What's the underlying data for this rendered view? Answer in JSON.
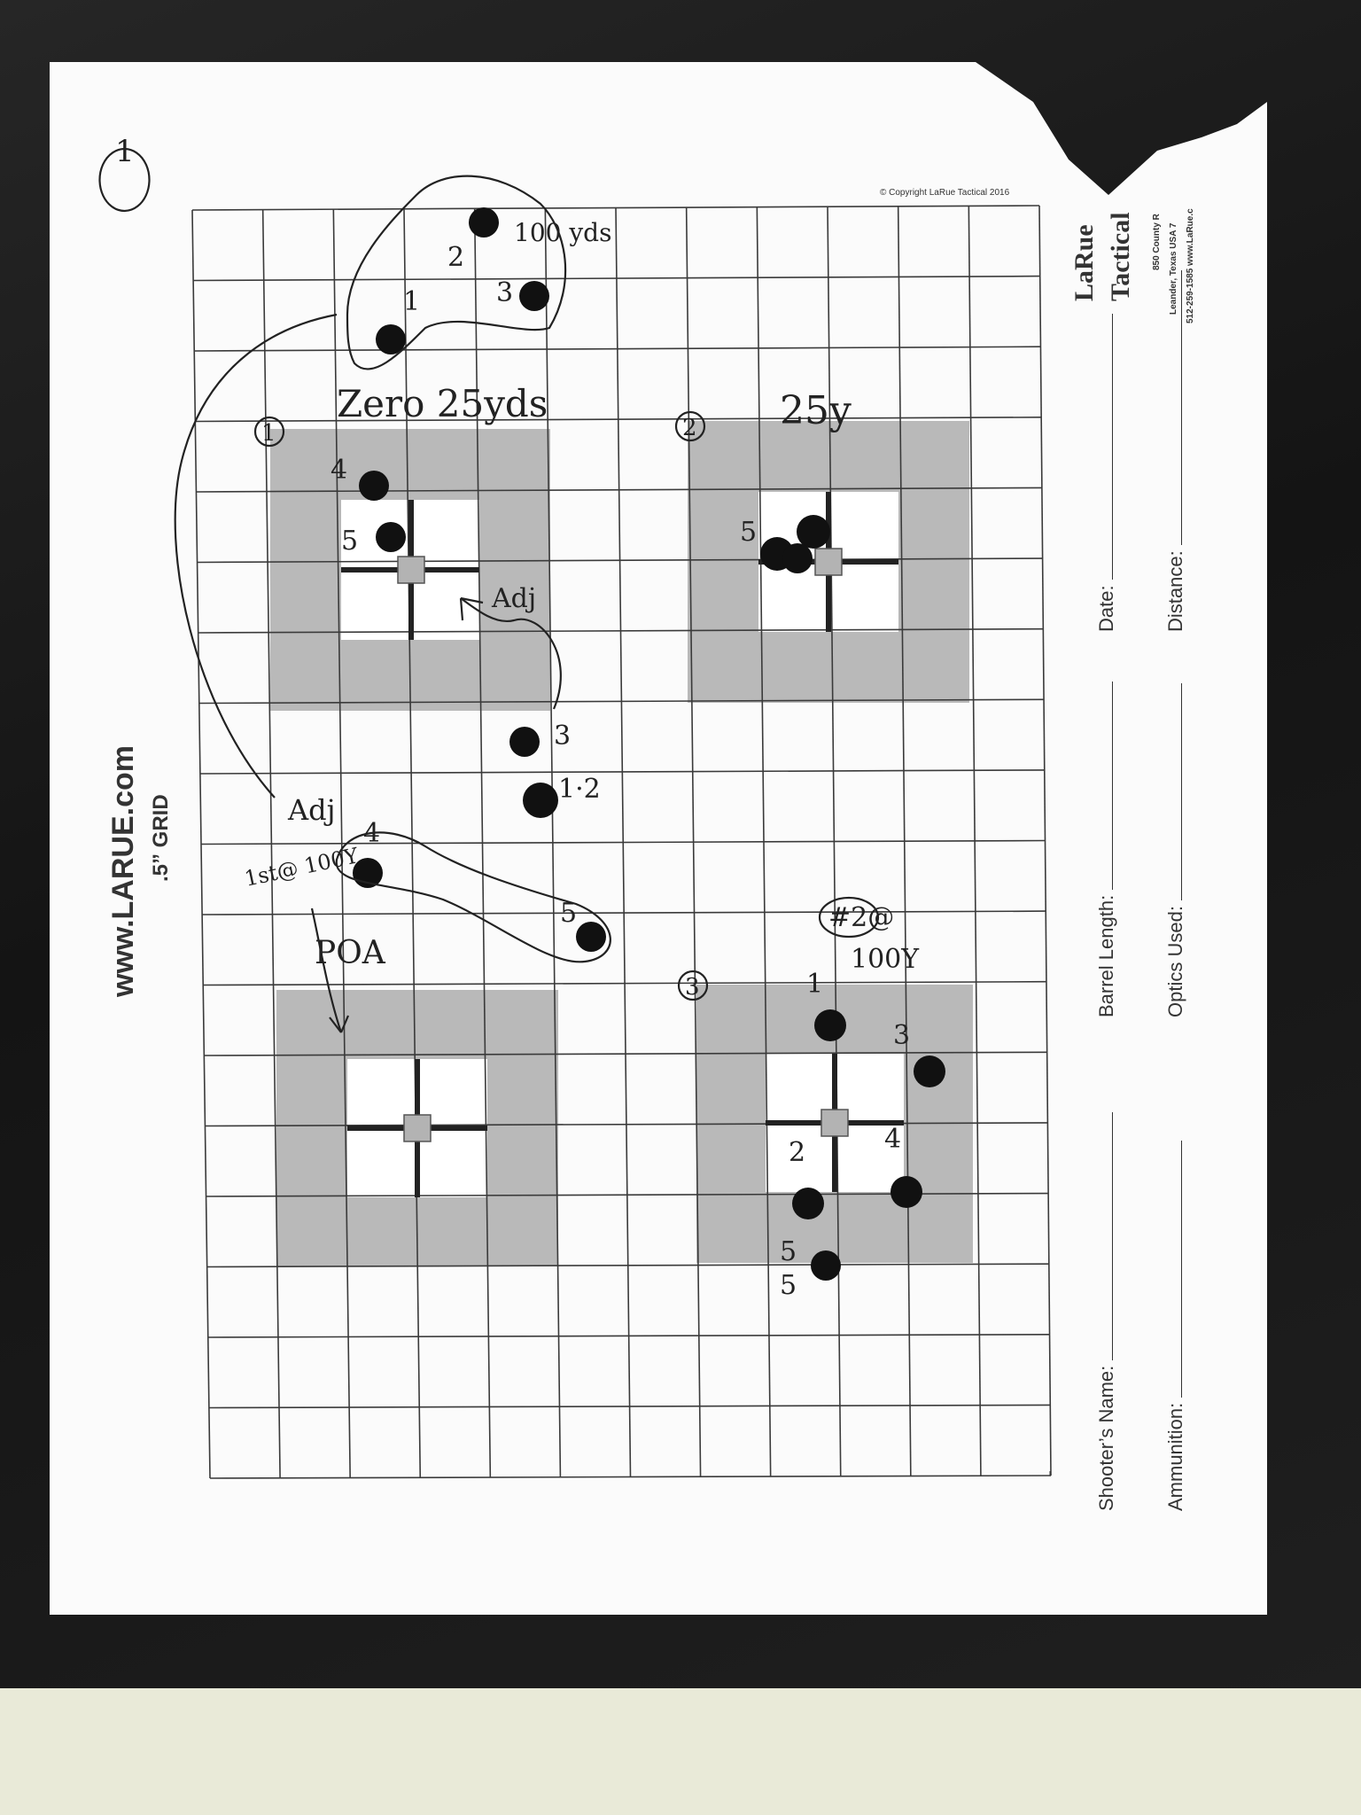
{
  "target": {
    "site": "www.LARUE.com",
    "grid": ".5” GRID",
    "copyright": "© Copyright LaRue Tactical  2016",
    "brand_line1": "LaRue",
    "brand_line2": "Tactical",
    "address_line1": "850 County R",
    "address_line2": "Leander, Texas USA 7",
    "address_line3": "512-259-1585  www.LaRue.c",
    "fields": {
      "shooters_name": "Shooter’s Name:",
      "barrel_length": "Barrel Length:",
      "date": "Date:",
      "ammunition": "Ammunition:",
      "optics_used": "Optics Used:",
      "distance": "Distance:"
    }
  },
  "handwriting": {
    "sheet_no": "1",
    "hundred_yds": "100 yds",
    "zero": "Zero 25yds",
    "target1": "1",
    "target2": "2",
    "target2_label": "25y",
    "target3": "3",
    "adj_upper": "Adj",
    "adj_lower": "Adj",
    "first_100y": "1st@ 100Y",
    "poa": "POA",
    "hash2": "#2@",
    "hundred_y": "100Y",
    "shot_labels": [
      "1",
      "2",
      "3",
      "4",
      "5",
      "5",
      "3",
      "1·2",
      "4",
      "5",
      "5",
      "1",
      "2",
      "3",
      "4",
      "5"
    ]
  }
}
